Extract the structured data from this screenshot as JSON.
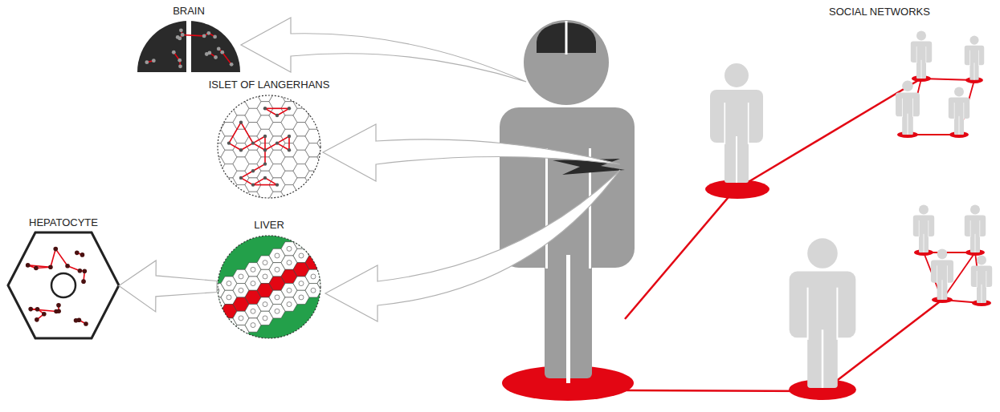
{
  "diagram": {
    "nodes": [
      {
        "text": [
          "BRAIN"
        ]
      },
      {
        "text": [
          "ISLET OF LANGERHANS"
        ]
      },
      {
        "text": [
          "HEPATOCYTE"
        ]
      },
      {
        "text": [
          "LIVER"
        ]
      }
    ],
    "edges": [
      {
        "from": 3,
        "to": 2,
        "arrow": "to"
      }
    ],
    "labels": [
      "SOCIAL NETWORKS"
    ]
  }
}
